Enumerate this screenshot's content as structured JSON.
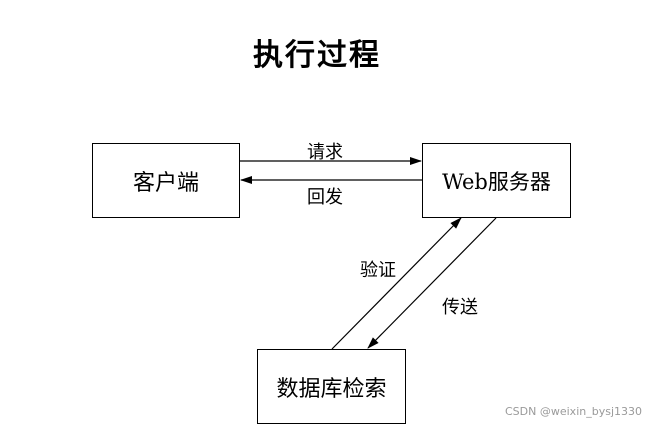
{
  "title": "执行过程",
  "nodes": {
    "client": "客户端",
    "server": "Web服务器",
    "database": "数据库检索"
  },
  "edges": {
    "request": "请求",
    "reply": "回发",
    "verify": "验证",
    "send": "传送"
  },
  "watermark": "CSDN @weixin_bysj1330"
}
